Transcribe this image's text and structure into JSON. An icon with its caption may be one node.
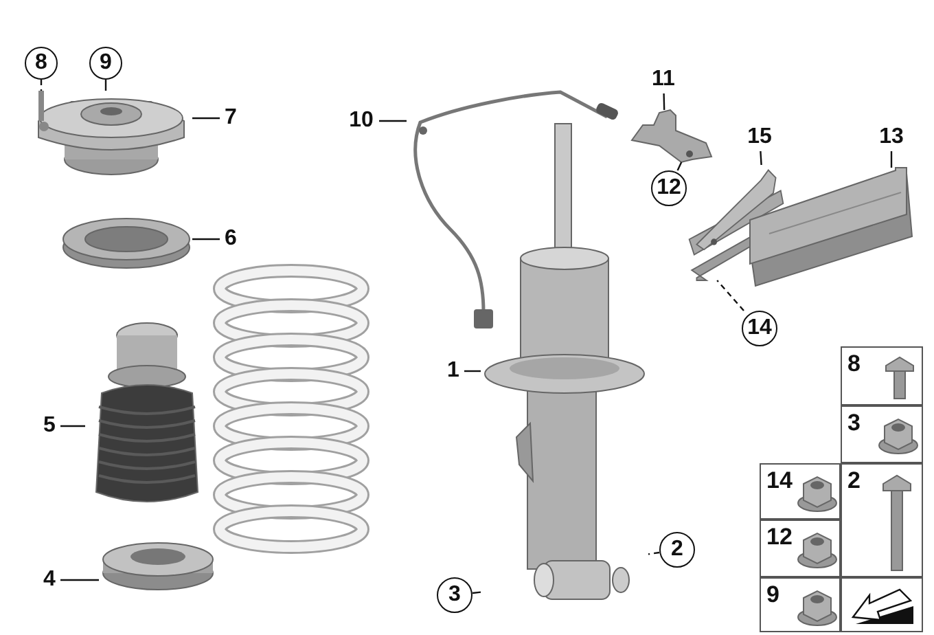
{
  "diagram": {
    "nodes": [
      {
        "text": [
          "8"
        ]
      },
      {
        "text": [
          "9"
        ]
      },
      {
        "text": [
          "7"
        ]
      },
      {
        "text": [],
        "shape": "picture"
      },
      {
        "text": [
          "6"
        ]
      },
      {
        "text": [],
        "shape": "picture"
      },
      {
        "text": [
          "5"
        ]
      },
      {
        "text": [],
        "shape": "picture"
      },
      {
        "text": [
          "4"
        ]
      },
      {
        "text": [],
        "shape": "picture"
      },
      {
        "text": [
          "10"
        ]
      },
      {
        "text": [],
        "shape": "picture"
      },
      {
        "text": [
          "11"
        ]
      },
      {
        "text": [],
        "shape": "picture"
      },
      {
        "text": [
          "12"
        ]
      },
      {
        "text": [
          "15"
        ]
      },
      {
        "text": [],
        "shape": "picture"
      },
      {
        "text": [
          "13"
        ]
      },
      {
        "text": [],
        "shape": "picture"
      },
      {
        "text": [
          "14"
        ]
      },
      {
        "text": [
          "1"
        ]
      },
      {
        "text": [],
        "shape": "picture"
      },
      {
        "text": [
          "2"
        ]
      },
      {
        "text": [
          "3"
        ]
      }
    ],
    "edges": [
      {
        "from": 0,
        "to": 3,
        "arrow": "none",
        "style": "dashed"
      },
      {
        "from": 1,
        "to": 3,
        "arrow": "none"
      },
      {
        "from": 2,
        "to": 3,
        "arrow": "none"
      },
      {
        "from": 4,
        "to": 5,
        "arrow": "none"
      },
      {
        "from": 6,
        "to": 7,
        "arrow": "none"
      },
      {
        "from": 8,
        "to": 9,
        "arrow": "none"
      },
      {
        "from": 10,
        "to": 11,
        "arrow": "none"
      },
      {
        "from": 12,
        "to": 13,
        "arrow": "none"
      },
      {
        "from": 14,
        "to": 13,
        "arrow": "none"
      },
      {
        "from": 15,
        "to": 16,
        "arrow": "none"
      },
      {
        "from": 17,
        "to": 18,
        "arrow": "none"
      },
      {
        "from": 19,
        "to": 16,
        "arrow": "none",
        "style": "dashed"
      },
      {
        "from": 20,
        "to": 21,
        "arrow": "none"
      },
      {
        "from": 22,
        "to": 21,
        "arrow": "none",
        "style": "dashed"
      },
      {
        "from": 23,
        "to": 21,
        "arrow": "none"
      }
    ],
    "labels": [
      "8",
      "3",
      "14",
      "2",
      "12",
      "9"
    ]
  }
}
